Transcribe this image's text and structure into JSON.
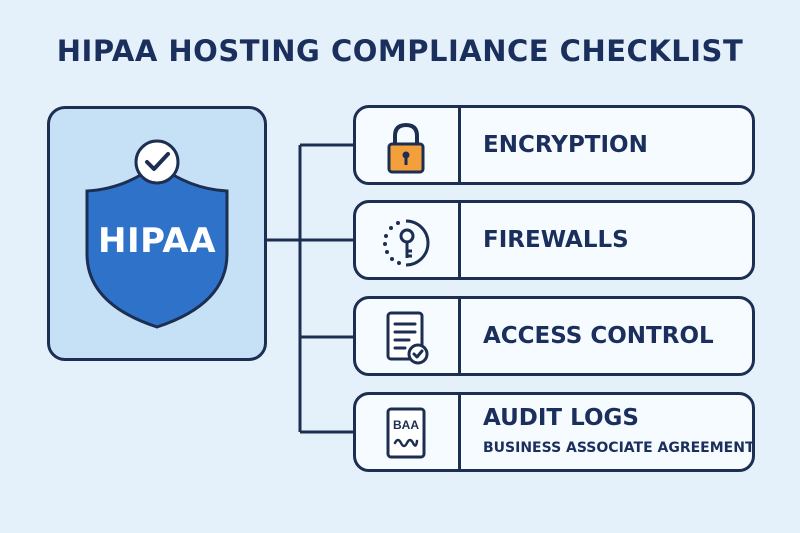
{
  "title": "HIPAA HOSTING COMPLIANCE CHECKLIST",
  "shield": {
    "label": "HIPAA",
    "icon": "shield-check-icon"
  },
  "colors": {
    "background": "#e4f1fb",
    "shield": "#2f72c9",
    "panel": "#c6e0f6",
    "ink": "#1c2e52",
    "lock": "#f3a03c"
  },
  "items": [
    {
      "label": "ENCRYPTION",
      "icon": "padlock-icon"
    },
    {
      "label": "FIREWALLS",
      "icon": "key-icon"
    },
    {
      "label": "ACCESS CONTROL",
      "icon": "document-check-icon"
    },
    {
      "label": "AUDIT LOGS",
      "sublabel": "BUSINESS ASSOCIATE AGREEMENT",
      "icon": "baa-document-icon",
      "icon_text": "BAA"
    }
  ]
}
